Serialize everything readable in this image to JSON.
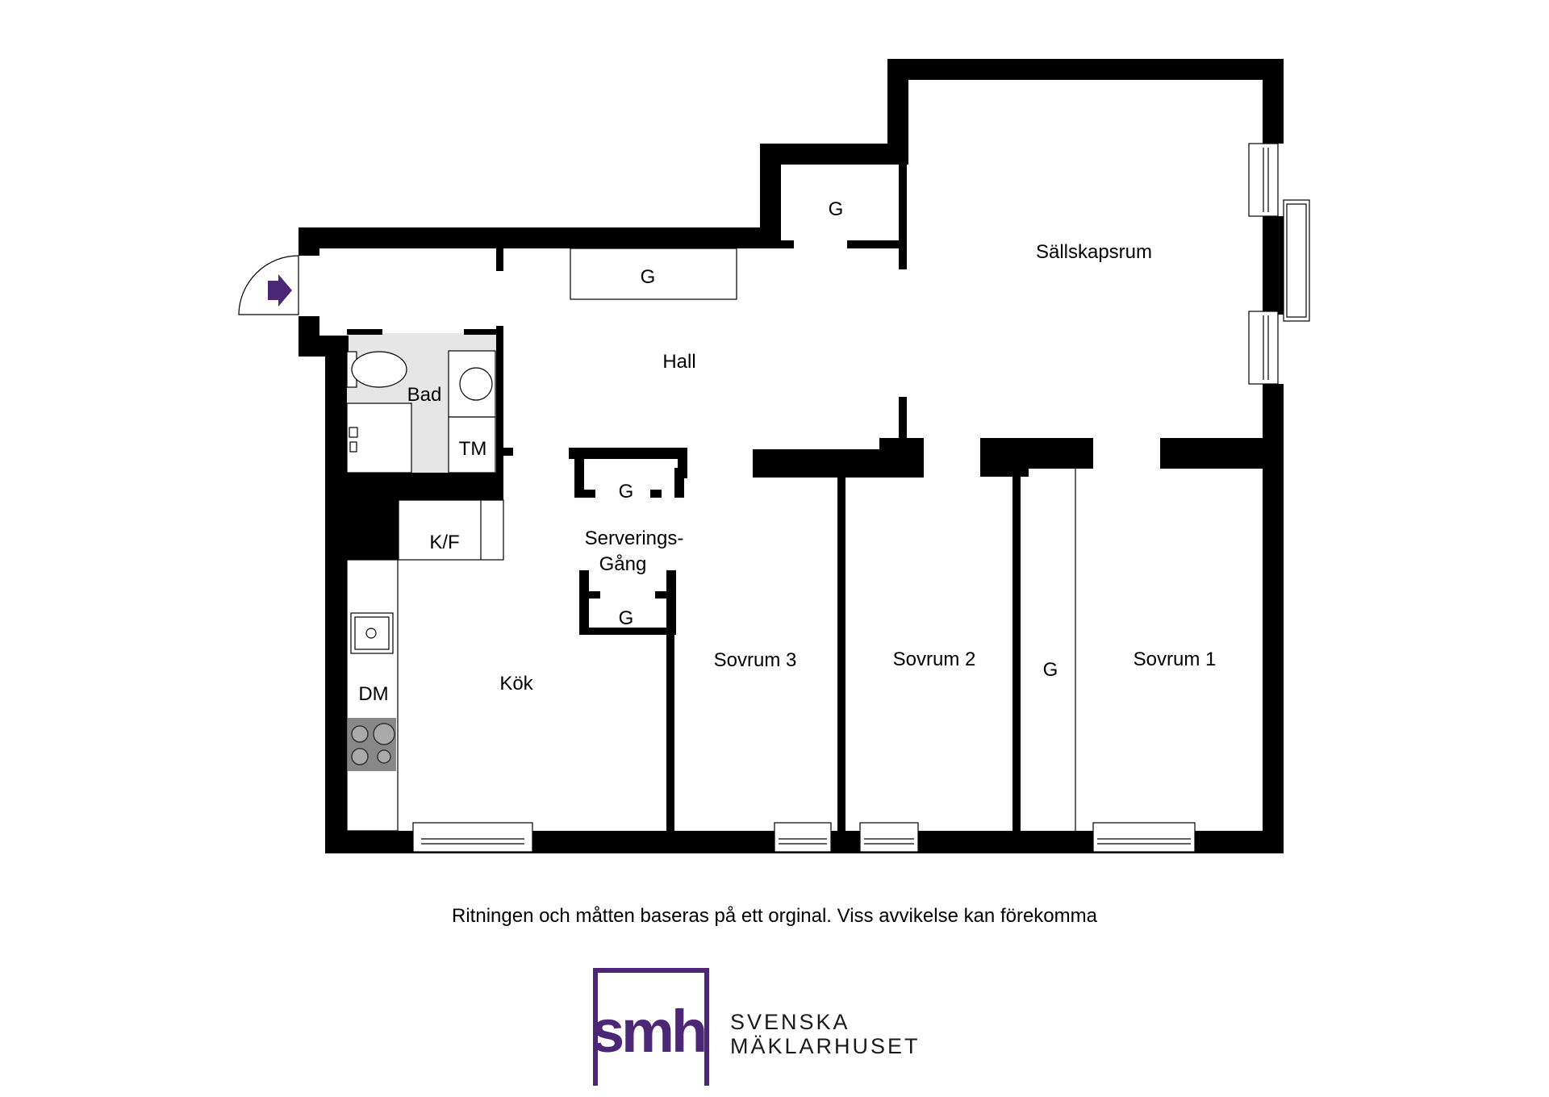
{
  "rooms": {
    "sallskapsrum": "Sällskapsrum",
    "hall": "Hall",
    "bad": "Bad",
    "tm": "TM",
    "kf": "K/F",
    "serveringsgang_1": "Serverings-",
    "serveringsgang_2": "Gång",
    "kok": "Kök",
    "dm": "DM",
    "sovrum3": "Sovrum 3",
    "sovrum2": "Sovrum 2",
    "sovrum1": "Sovrum 1",
    "garderob": "G"
  },
  "caption": "Ritningen och måtten baseras på ett orginal. Viss avvikelse kan förekomma",
  "logo": {
    "mark": "smh",
    "line1": "SVENSKA",
    "line2": "MÄKLARHUSET",
    "color": "#4b2775"
  },
  "colors": {
    "wall": "#000000",
    "bath_floor": "#e6e6e6",
    "entrance_arrow": "#4b2775",
    "stove": "#888888"
  }
}
